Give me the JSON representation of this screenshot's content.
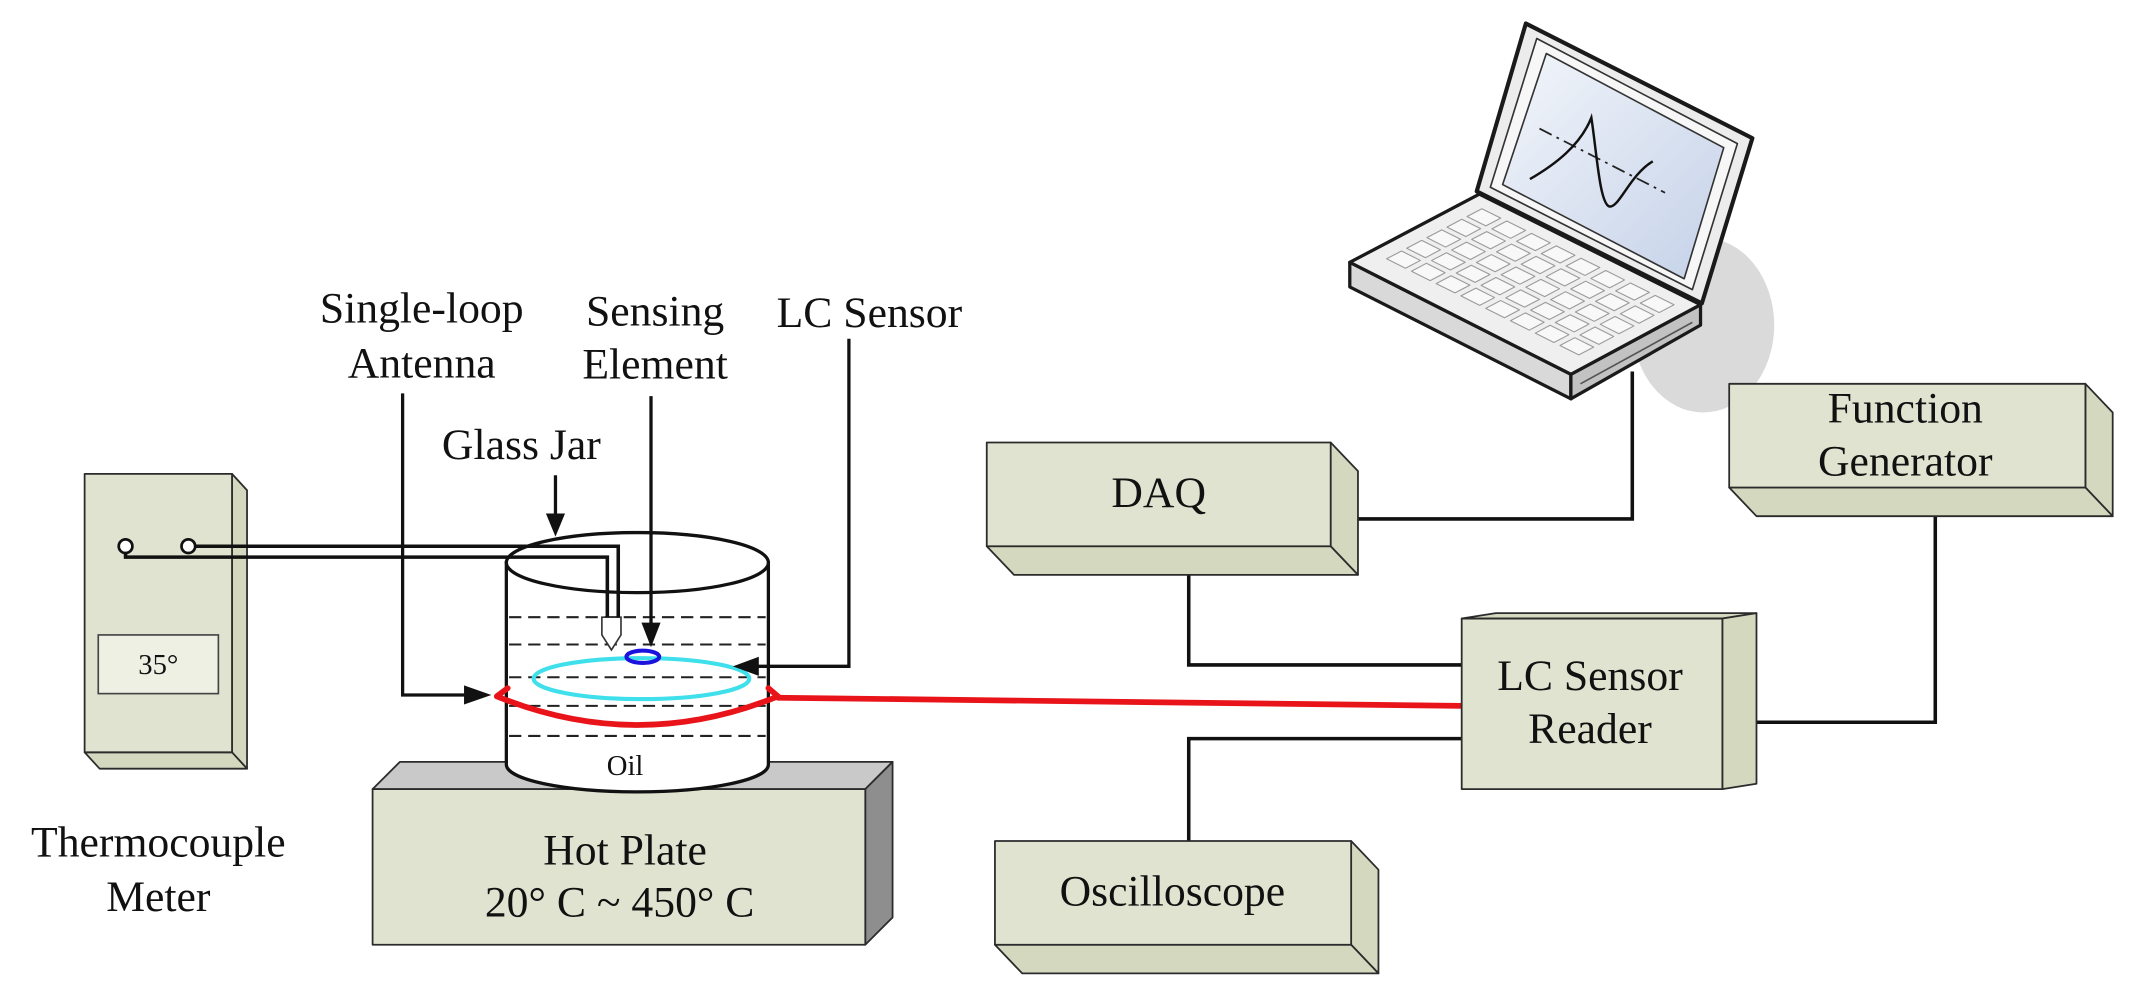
{
  "annotations": {
    "single_loop_antenna": [
      "Single-loop",
      "Antenna"
    ],
    "sensing_element": [
      "Sensing",
      "Element"
    ],
    "lc_sensor": "LC Sensor",
    "glass_jar": "Glass Jar"
  },
  "thermocouple_meter": {
    "reading": "35°",
    "label": [
      "Thermocouple",
      "Meter"
    ]
  },
  "glass_jar": {
    "contents": "Oil"
  },
  "hot_plate": {
    "label": "Hot Plate",
    "range": "20° C ~ 450° C"
  },
  "daq": {
    "label": "DAQ"
  },
  "function_generator": {
    "label": [
      "Function",
      "Generator"
    ]
  },
  "lc_sensor_reader": {
    "label": [
      "LC Sensor",
      "Reader"
    ]
  },
  "oscilloscope": {
    "label": "Oscilloscope"
  },
  "icons": {
    "computer": "laptop-icon"
  },
  "colors": {
    "box_fill": "#dfe3cf",
    "box_side": "#d3d8bf",
    "outline": "#2b2b2b",
    "hot_plate_top": "#c9c9c9",
    "hot_plate_side": "#8e8e8e",
    "antenna_red": "#e8141a",
    "lc_sensor_cyan": "#3fdfeb",
    "sensing_element_blue": "#1b12dd",
    "display_fill": "#eef0e4",
    "screen_light": "#f3f6fb",
    "screen_dark": "#c4d1e8",
    "shadow": "#dadada"
  }
}
